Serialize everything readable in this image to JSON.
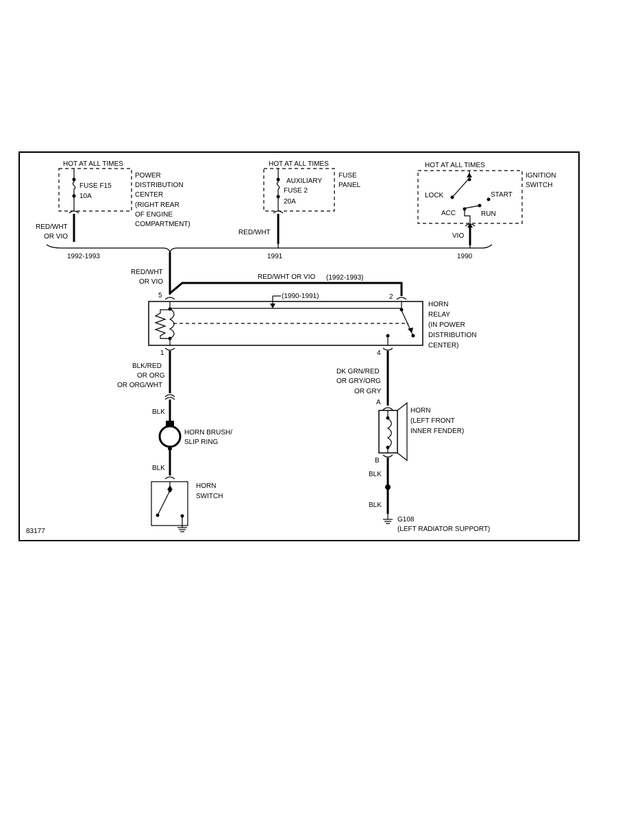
{
  "diagram_id": "83177",
  "sources": {
    "left": {
      "hot": "HOT AT ALL TIMES",
      "fuse_name": "FUSE F15",
      "fuse_rating": "10A",
      "location": [
        "POWER",
        "DISTRIBUTION",
        "CENTER",
        "(RIGHT REAR",
        "OF ENGINE",
        "COMPARTMENT)"
      ],
      "wire": [
        "RED/WHT",
        "OR VIO"
      ],
      "year": "1992-1993"
    },
    "middle": {
      "hot": "HOT AT ALL TIMES",
      "fuse_name": [
        "AUXILIARY",
        "FUSE 2"
      ],
      "fuse_rating": "20A",
      "location": [
        "FUSE",
        "PANEL"
      ],
      "wire": "RED/WHT",
      "year": "1991"
    },
    "right": {
      "hot": "HOT AT ALL TIMES",
      "location": [
        "IGNITION",
        "SWITCH"
      ],
      "positions": {
        "lock": "LOCK",
        "start": "START",
        "acc": "ACC",
        "run": "RUN"
      },
      "wire": "VIO",
      "year": "1990"
    }
  },
  "relay": {
    "feed_wire": [
      "RED/WHT",
      "OR VIO"
    ],
    "top_wire": "RED/WHT OR VIO",
    "top_wire_years": "(1992-1993)",
    "bus_years": "(1990-1991)",
    "pins": {
      "p5": "5",
      "p2": "2",
      "p1": "1",
      "p4": "4"
    },
    "label": [
      "HORN",
      "RELAY",
      "(IN POWER",
      "DISTRIBUTION",
      "CENTER)"
    ]
  },
  "left_branch": {
    "wire1": [
      "BLK/RED",
      "OR ORG",
      "OR ORG/WHT"
    ],
    "wire2": "BLK",
    "slip_ring": [
      "HORN BRUSH/",
      "SLIP RING"
    ],
    "wire3": "BLK",
    "switch": [
      "HORN",
      "SWITCH"
    ]
  },
  "right_branch": {
    "wire1": [
      "DK GRN/RED",
      "OR GRY/ORG",
      "OR GRY"
    ],
    "pin_a": "A",
    "pin_b": "B",
    "horn": [
      "HORN",
      "(LEFT FRONT",
      "INNER FENDER)"
    ],
    "wire2": "BLK",
    "wire3": "BLK",
    "ground": [
      "G108",
      "(LEFT RADIATOR SUPPORT)"
    ]
  }
}
